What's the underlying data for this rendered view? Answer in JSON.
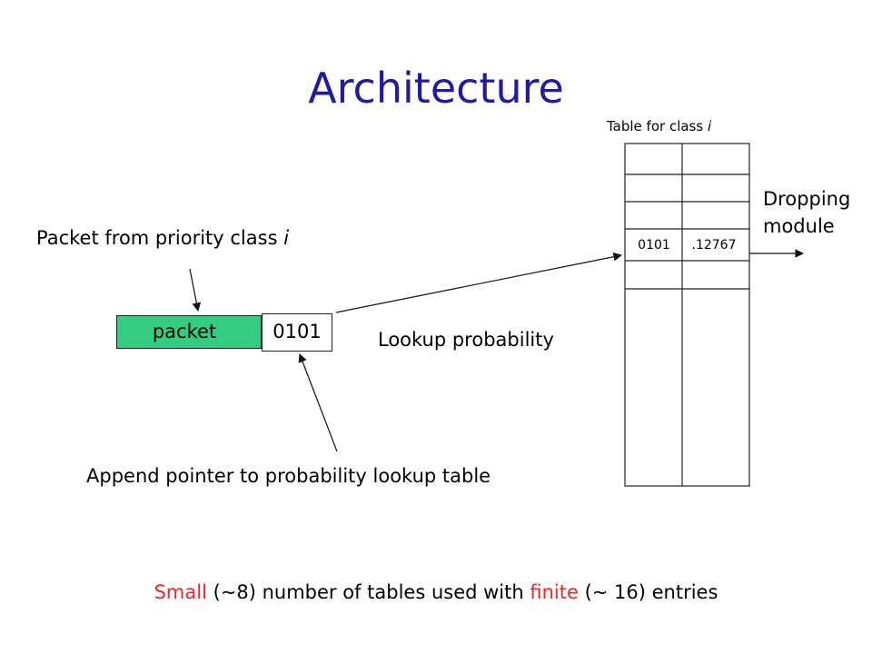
{
  "title": "Architecture",
  "table": {
    "caption_prefix": "Table for class ",
    "caption_var": "i",
    "entry_pointer": "0101",
    "entry_probability": ".12767"
  },
  "dropping_module": {
    "line1": "Dropping",
    "line2": "module"
  },
  "packet_source": {
    "prefix": "Packet from priority class ",
    "var": "i"
  },
  "packet": {
    "label": "packet",
    "pointer": "0101"
  },
  "lookup_label": "Lookup probability",
  "append_label": "Append pointer to probability lookup table",
  "footnote": {
    "w1": "Small",
    "t1": " (~8) number of tables used with ",
    "w2": "finite",
    "t2": " (~ 16) entries",
    "highlight_color": "#ff2020"
  },
  "colors": {
    "title": "#1f1aa8",
    "packet_fill": "#33cc80"
  }
}
